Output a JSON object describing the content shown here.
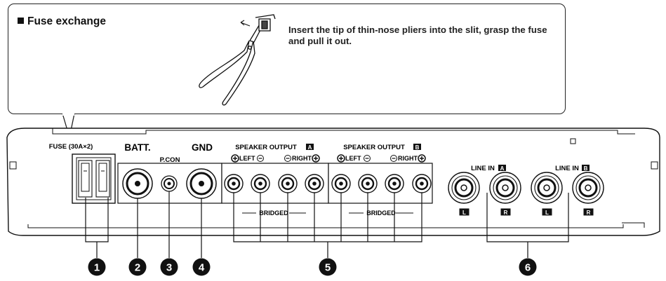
{
  "callout": {
    "heading": "Fuse exchange",
    "instruction": "Insert the tip of thin-nose pliers into the slit, grasp the fuse and pull it out."
  },
  "panel": {
    "fuse_label": "FUSE (30A×2)",
    "batt_label": "BATT.",
    "pcon_label": "P.CON",
    "gnd_label": "GND",
    "speaker_a": {
      "title": "SPEAKER OUTPUT",
      "channel": "A",
      "left": "LEFT",
      "right": "RIGHT",
      "bridged": "BRIDGED"
    },
    "speaker_b": {
      "title": "SPEAKER OUTPUT",
      "channel": "B",
      "left": "LEFT",
      "right": "RIGHT",
      "bridged": "BRIDGED"
    },
    "line_in_a": {
      "title": "LINE IN",
      "channel": "A",
      "l": "L",
      "r": "R"
    },
    "line_in_b": {
      "title": "LINE IN",
      "channel": "B",
      "l": "L",
      "r": "R"
    }
  },
  "callout_numbers": [
    "1",
    "2",
    "3",
    "4",
    "5",
    "6"
  ]
}
